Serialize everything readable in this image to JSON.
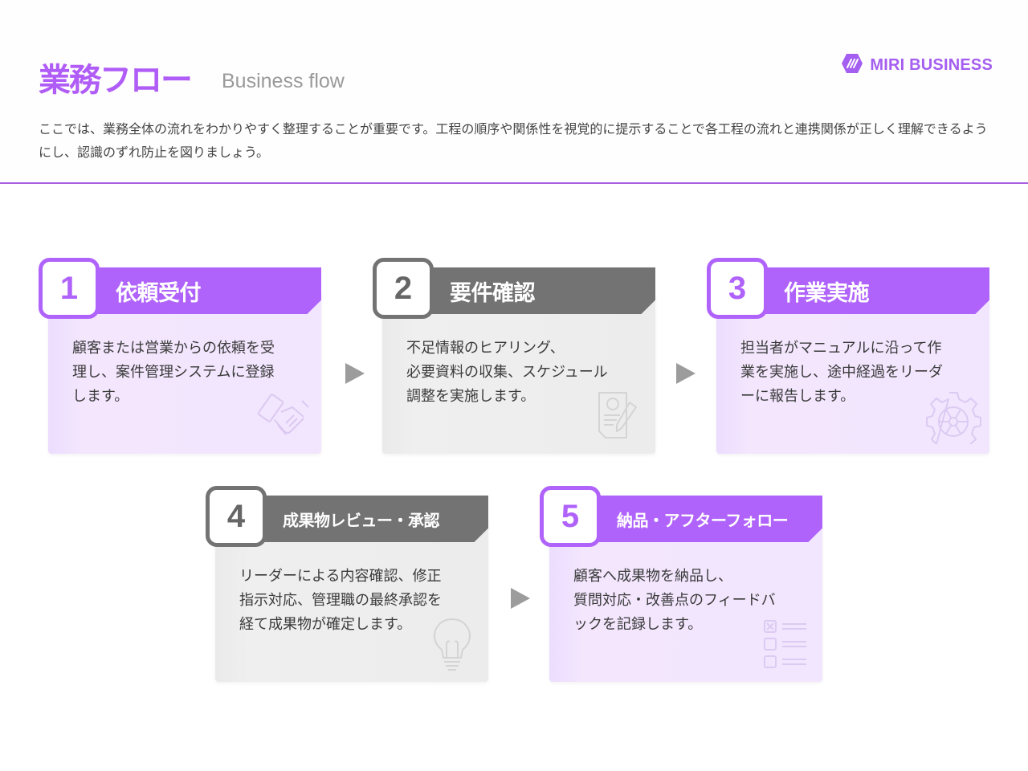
{
  "header": {
    "title": "業務フロー",
    "subtitle": "Business flow",
    "brand": {
      "name": "MIRI BUSINESS",
      "icon": "hexagon-logo-icon",
      "color": "#a45ef0"
    },
    "intro": "ここでは、業務全体の流れをわかりやすく整理することが重要です。工程の順序や関係性を視覚的に提示することで各工程の流れと連携関係が正しく理解できるようにし、認識のずれ防止を図りましょう。"
  },
  "colors": {
    "accent": "#b063fa",
    "gray": "#737373",
    "divider": "#a75fe0",
    "arrow": "#9c9c9c"
  },
  "steps": [
    {
      "number": "1",
      "title": "依頼受付",
      "theme": "purple",
      "icon": "handshake-icon",
      "description": "顧客または営業からの依頼を受\n理し、案件管理システムに登録\nします。"
    },
    {
      "number": "2",
      "title": "要件確認",
      "theme": "gray",
      "icon": "document-pen-icon",
      "description": "不足情報のヒアリング、\n必要資料の収集、スケジュール\n調整を実施します。"
    },
    {
      "number": "3",
      "title": "作業実施",
      "theme": "purple",
      "icon": "gear-icon",
      "description": "担当者がマニュアルに沿って作\n業を実施し、途中経過をリーダ\nーに報告します。"
    },
    {
      "number": "4",
      "title": "成果物レビュー・承認",
      "theme": "gray",
      "icon": "lightbulb-icon",
      "description": "リーダーによる内容確認、修正\n指示対応、管理職の最終承認を\n経て成果物が確定します。"
    },
    {
      "number": "5",
      "title": "納品・アフターフォロー",
      "theme": "purple",
      "icon": "checklist-icon",
      "description": "顧客へ成果物を納品し、\n質問対応・改善点のフィードバ\nックを記録します。"
    }
  ]
}
